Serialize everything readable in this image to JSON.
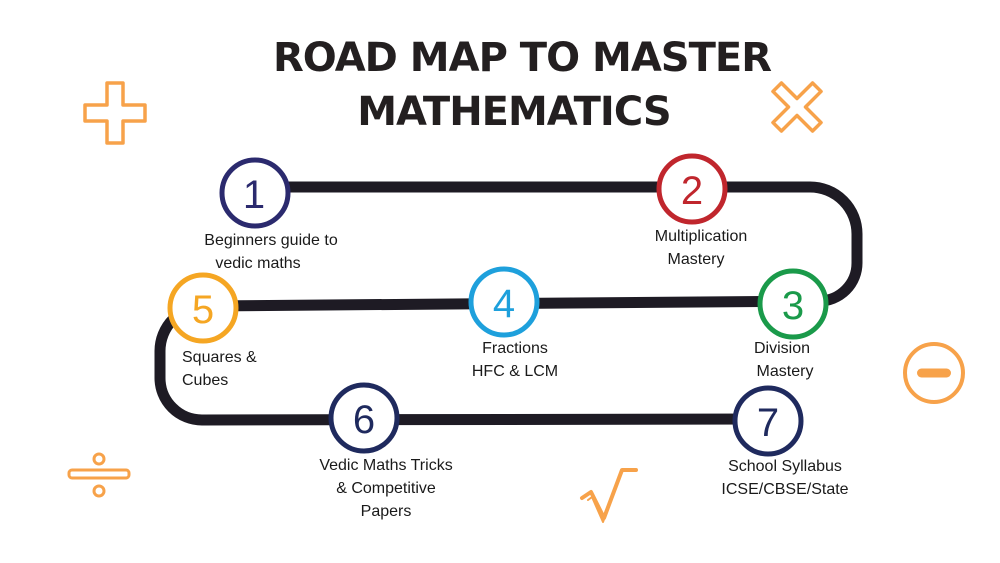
{
  "title": {
    "line1": "ROAD MAP TO MASTER",
    "line2": "MATHEMATICS"
  },
  "colors": {
    "road": "#1e1b24",
    "accent": "#f7a24a",
    "step1": "#2b2a6e",
    "step2": "#c0262d",
    "step3": "#1a9a4a",
    "step4": "#1ea0dc",
    "step5": "#f5a623",
    "step6": "#1f2a5e",
    "step7": "#1f2a5e"
  },
  "icons": [
    "plus-icon",
    "times-icon",
    "minus-icon",
    "divide-icon",
    "square-root-icon"
  ],
  "steps": [
    {
      "number": "1",
      "label_lines": [
        "Beginners guide to",
        "vedic maths"
      ]
    },
    {
      "number": "2",
      "label_lines": [
        "Multiplication",
        "Mastery"
      ]
    },
    {
      "number": "3",
      "label_lines": [
        "Division",
        "Mastery"
      ]
    },
    {
      "number": "4",
      "label_lines": [
        "Fractions",
        "HFC & LCM"
      ]
    },
    {
      "number": "5",
      "label_lines": [
        "Squares &",
        "Cubes"
      ]
    },
    {
      "number": "6",
      "label_lines": [
        "Vedic Maths Tricks",
        "& Competitive",
        "Papers"
      ]
    },
    {
      "number": "7",
      "label_lines": [
        "School Syllabus",
        "ICSE/CBSE/State"
      ]
    }
  ]
}
